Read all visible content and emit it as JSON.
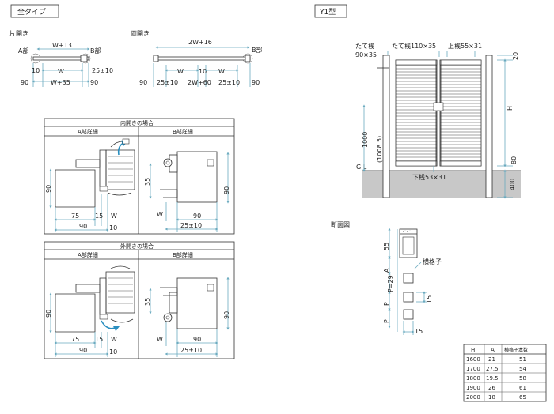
{
  "labels": {
    "all_type": "全タイプ",
    "y1_type": "Y1型",
    "single_open": "片開き",
    "double_open": "両開き",
    "part_a": "A部",
    "part_b": "B部",
    "w13": "W+13",
    "w35": "W+35",
    "w": "W",
    "n10": "10",
    "n90": "90",
    "n25_10": "25±10",
    "w2_16": "2W+16",
    "w2_60": "2W+60",
    "inward_case": "内開きの場合",
    "outward_case": "外開きの場合",
    "a_detail": "A部詳細",
    "b_detail": "B部詳細",
    "n75": "75",
    "n15": "15",
    "n35": "35",
    "tate_post": "たて桟",
    "tate_post_size": "90×35",
    "tate_bar": "たて桟110×35",
    "top_bar": "上桟55×31",
    "n20": "20",
    "h": "H",
    "n1000": "1000",
    "n1008": "(1008.5)",
    "n80": "80",
    "gl": "G.L",
    "bottom_bar": "下桟53×31",
    "n400": "400",
    "section_view": "断面図",
    "n55": "55",
    "a_lbl": "A",
    "p29": "P=29",
    "p": "P",
    "horizontal_bar": "横格子"
  },
  "table": {
    "headers": [
      "H",
      "A",
      "横格子本数"
    ],
    "rows": [
      [
        "1600",
        "21",
        "51"
      ],
      [
        "1700",
        "27.5",
        "54"
      ],
      [
        "1800",
        "19.5",
        "58"
      ],
      [
        "1900",
        "26",
        "61"
      ],
      [
        "2000",
        "18",
        "65"
      ]
    ]
  },
  "colors": {
    "dimension": "#6aaabf",
    "arrow": "#2a8fc0",
    "ground": "#c8c8c8"
  }
}
